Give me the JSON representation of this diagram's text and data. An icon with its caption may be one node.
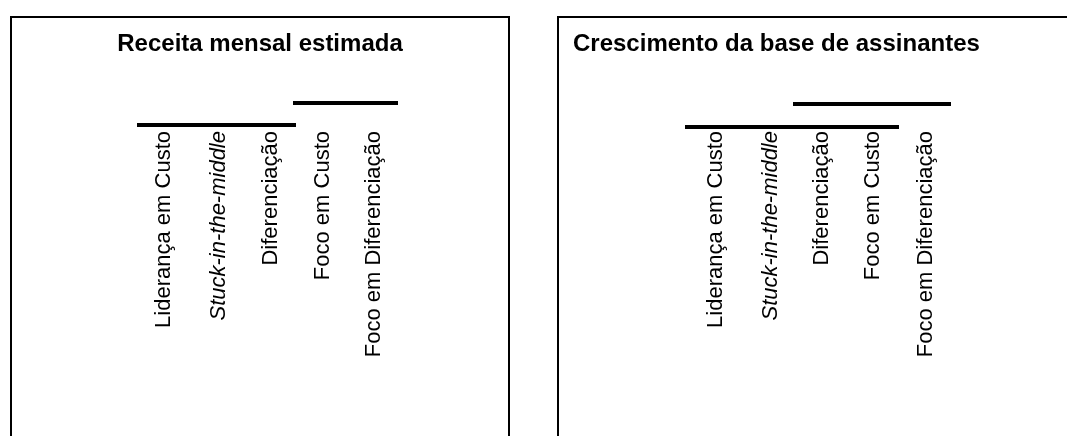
{
  "diagram": {
    "nodes": [
      {
        "text": [
          "Receita mensal estimada"
        ]
      },
      {
        "text": [
          "Liderança em Custo"
        ],
        "in": 0
      },
      {
        "text": [
          "Stuck-in-the-middle"
        ],
        "in": 0
      },
      {
        "text": [
          "Diferenciação"
        ],
        "in": 0
      },
      {
        "text": [
          "Foco em Custo"
        ],
        "in": 0
      },
      {
        "text": [
          "Foco em Diferenciação"
        ],
        "in": 0
      },
      {
        "text": [
          "Crescimento da base de assinantes"
        ]
      },
      {
        "text": [
          "Liderança em Custo"
        ],
        "in": 6
      },
      {
        "text": [
          "Stuck-in-the-middle"
        ],
        "in": 6
      },
      {
        "text": [
          "Diferenciação"
        ],
        "in": 6
      },
      {
        "text": [
          "Foco em Custo"
        ],
        "in": 6
      },
      {
        "text": [
          "Foco em Diferenciação"
        ],
        "in": 6
      }
    ]
  }
}
